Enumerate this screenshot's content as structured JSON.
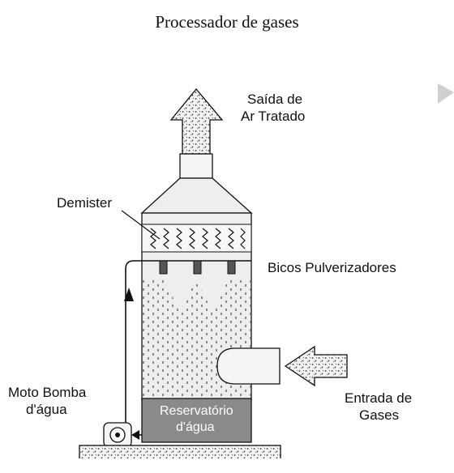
{
  "title": "Processador de gases",
  "labels": {
    "outlet_line1": "Saída de",
    "outlet_line2": "Ar Tratado",
    "demister": "Demister",
    "nozzles": "Bicos Pulverizadores",
    "pump_line1": "Moto Bomba",
    "pump_line2": "d'água",
    "reservoir_line1": "Reservatório",
    "reservoir_line2": "d'água",
    "inlet_line1": "Entrada de",
    "inlet_line2": "Gases"
  },
  "icons": {
    "corner": "play-triangle-icon"
  },
  "colors": {
    "tower_body": "#eeeeee",
    "reservoir": "#888888",
    "outline": "#111111",
    "base": "#d8d8d8"
  }
}
